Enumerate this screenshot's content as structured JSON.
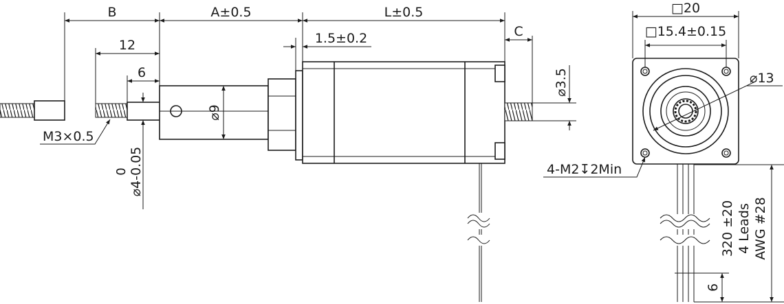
{
  "dimensions": {
    "B": "B",
    "A": "A±0.5",
    "L": "L±0.5",
    "C": "C",
    "d12": "12",
    "d6_top": "6",
    "flange": "1.5±0.2",
    "thread": "M3×0.5",
    "shaft_tol_0": "0",
    "shaft_dia": "⌀4-0.05",
    "nut_dia": "⌀9",
    "pilot_dia": "⌀3.5",
    "frame": "□20",
    "hole_spacing": "□15.4±0.15",
    "boss_dia": "⌀13",
    "mount_holes": "4-M2↧2Min",
    "lead_length": "320 ±20",
    "leads": "4 Leads",
    "awg": "AWG #28",
    "strip": "6"
  }
}
